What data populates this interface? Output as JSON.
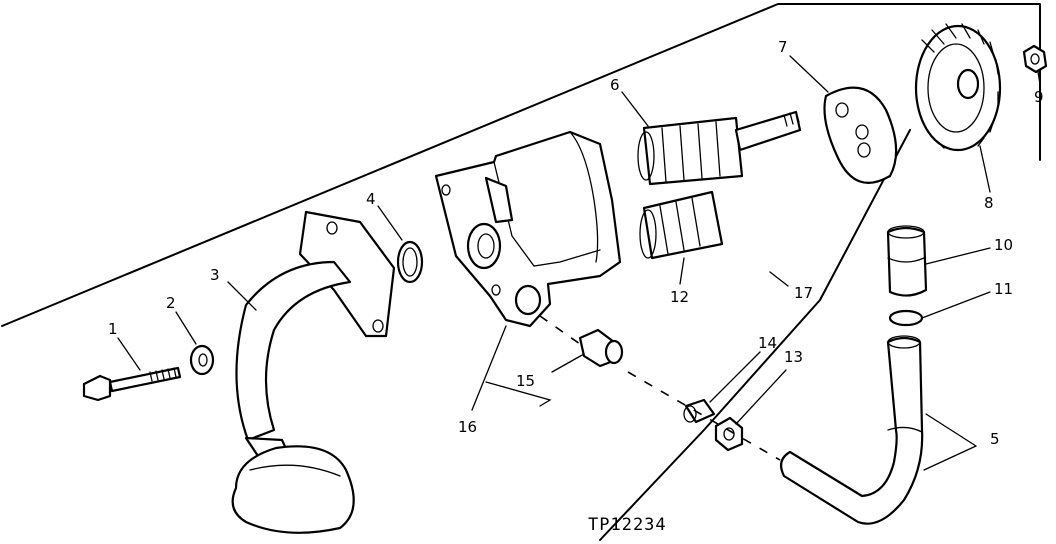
{
  "figure_id": "TP12234",
  "callouts": [
    {
      "id": "c1",
      "label": "1"
    },
    {
      "id": "c2",
      "label": "2"
    },
    {
      "id": "c3",
      "label": "3"
    },
    {
      "id": "c4",
      "label": "4"
    },
    {
      "id": "c5",
      "label": "5"
    },
    {
      "id": "c6",
      "label": "6"
    },
    {
      "id": "c7",
      "label": "7"
    },
    {
      "id": "c8",
      "label": "8"
    },
    {
      "id": "c9",
      "label": "9"
    },
    {
      "id": "c10",
      "label": "10"
    },
    {
      "id": "c11",
      "label": "11"
    },
    {
      "id": "c12",
      "label": "12"
    },
    {
      "id": "c13",
      "label": "13"
    },
    {
      "id": "c14",
      "label": "14"
    },
    {
      "id": "c15",
      "label": "15"
    },
    {
      "id": "c16",
      "label": "16"
    },
    {
      "id": "c17",
      "label": "17"
    }
  ]
}
